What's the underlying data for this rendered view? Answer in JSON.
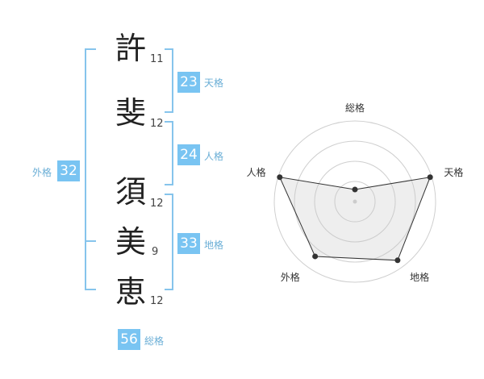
{
  "name_chars": [
    {
      "char": "許",
      "strokes": "11"
    },
    {
      "char": "斐",
      "strokes": "12"
    },
    {
      "char": "須",
      "strokes": "12"
    },
    {
      "char": "美",
      "strokes": "9"
    },
    {
      "char": "恵",
      "strokes": "12"
    }
  ],
  "scores": {
    "tenkaku": {
      "value": "23",
      "label": "天格"
    },
    "jinkaku": {
      "value": "24",
      "label": "人格"
    },
    "chikaku": {
      "value": "33",
      "label": "地格"
    },
    "gaikaku": {
      "value": "32",
      "label": "外格"
    },
    "soukaku": {
      "value": "56",
      "label": "総格"
    }
  },
  "colors": {
    "accent": "#79c4f2",
    "bracket": "#86c4ec",
    "label": "#6aaed6"
  },
  "chart_data": {
    "type": "radar",
    "axes": [
      "総格",
      "天格",
      "地格",
      "外格",
      "人格"
    ],
    "values": [
      0.15,
      0.98,
      0.9,
      0.84,
      0.98
    ],
    "rings": 4,
    "range": [
      0,
      1
    ]
  }
}
